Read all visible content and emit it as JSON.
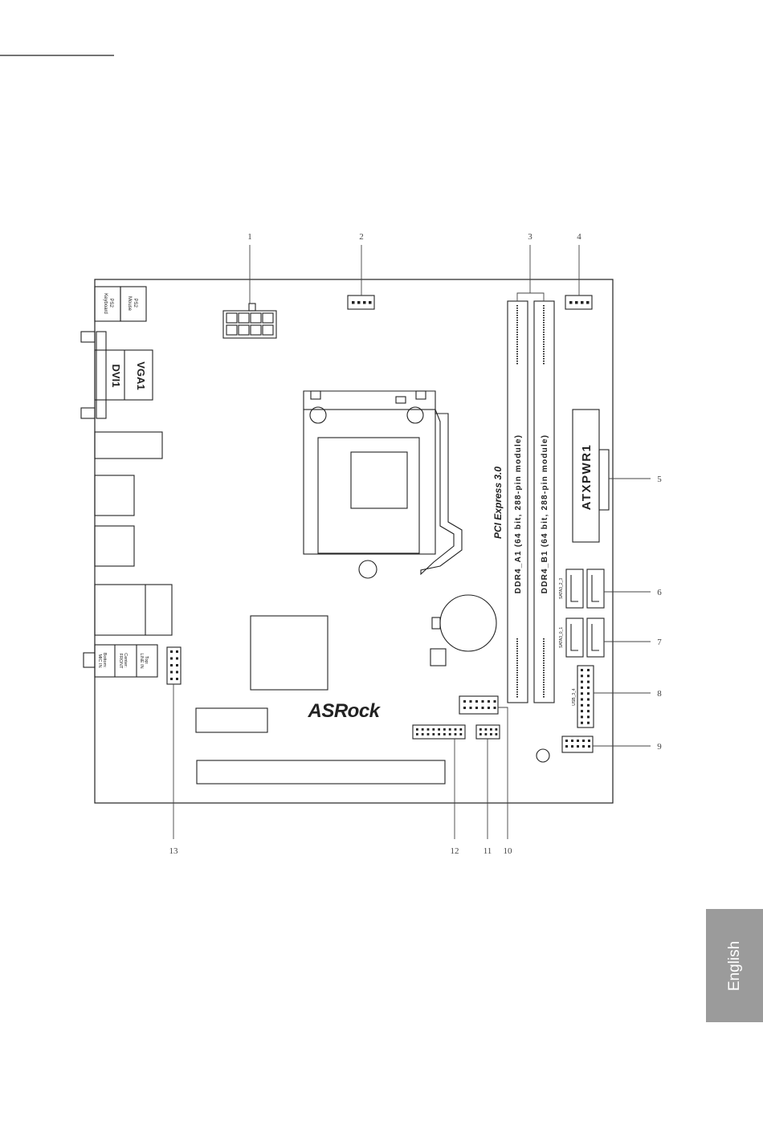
{
  "board": {
    "brand_logo": "ASRock",
    "ports": {
      "ps2_keyboard": [
        "PS2",
        "Keyboard"
      ],
      "ps2_mouse": [
        "PS2",
        "Mouse"
      ],
      "vga": "VGA1",
      "dvi": "DVI1",
      "audio_mic": [
        "Bottom:",
        "MIC IN"
      ],
      "audio_front": [
        "Center:",
        "FRONT"
      ],
      "audio_line": [
        "Top:",
        "LINE IN"
      ]
    },
    "slots": {
      "dimm_a1": "DDR4_A1 (64 bit, 288-pin module)",
      "dimm_b1": "DDR4_B1 (64 bit, 288-pin module)",
      "pcie": "PCI Express 3.0",
      "atx_power": "ATXPWR1"
    },
    "sata": [
      "SATA3_2_3",
      "SATA3_0_1"
    ],
    "usb_header": "USB_3_4"
  },
  "callouts": {
    "top": [
      "1",
      "2",
      "3",
      "4"
    ],
    "right": [
      "5",
      "6",
      "7",
      "8",
      "9"
    ],
    "bottom": [
      "13",
      "12",
      "11",
      "10"
    ]
  },
  "language_tab": "English",
  "colors": {
    "line": "#222222",
    "tab": "#9b9b9b",
    "tab_text": "#ffffff"
  }
}
